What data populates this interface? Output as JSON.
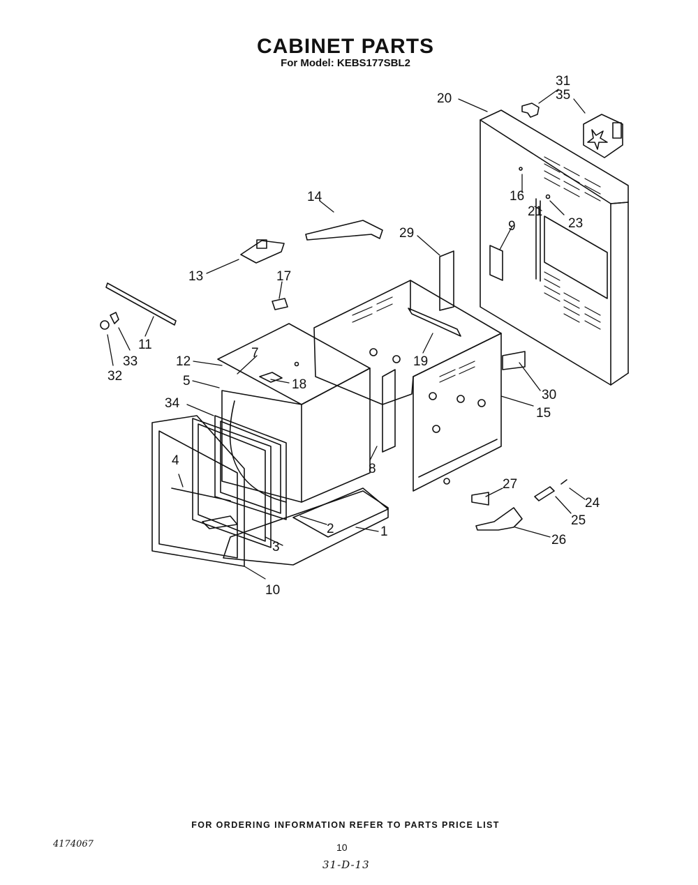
{
  "header": {
    "title": "CABINET PARTS",
    "subtitle": "For Model: KEBS177SBL2"
  },
  "callouts": [
    "1",
    "2",
    "3",
    "4",
    "5",
    "7",
    "8",
    "9",
    "10",
    "11",
    "12",
    "13",
    "14",
    "15",
    "16",
    "17",
    "18",
    "19",
    "20",
    "21",
    "23",
    "24",
    "25",
    "26",
    "27",
    "29",
    "30",
    "31",
    "32",
    "33",
    "34",
    "35"
  ],
  "footer": {
    "ordering_note": "FOR ORDERING INFORMATION REFER TO PARTS PRICE LIST",
    "doc_number": "4174067",
    "page_number": "10",
    "handwritten_note": "31-D-13"
  }
}
